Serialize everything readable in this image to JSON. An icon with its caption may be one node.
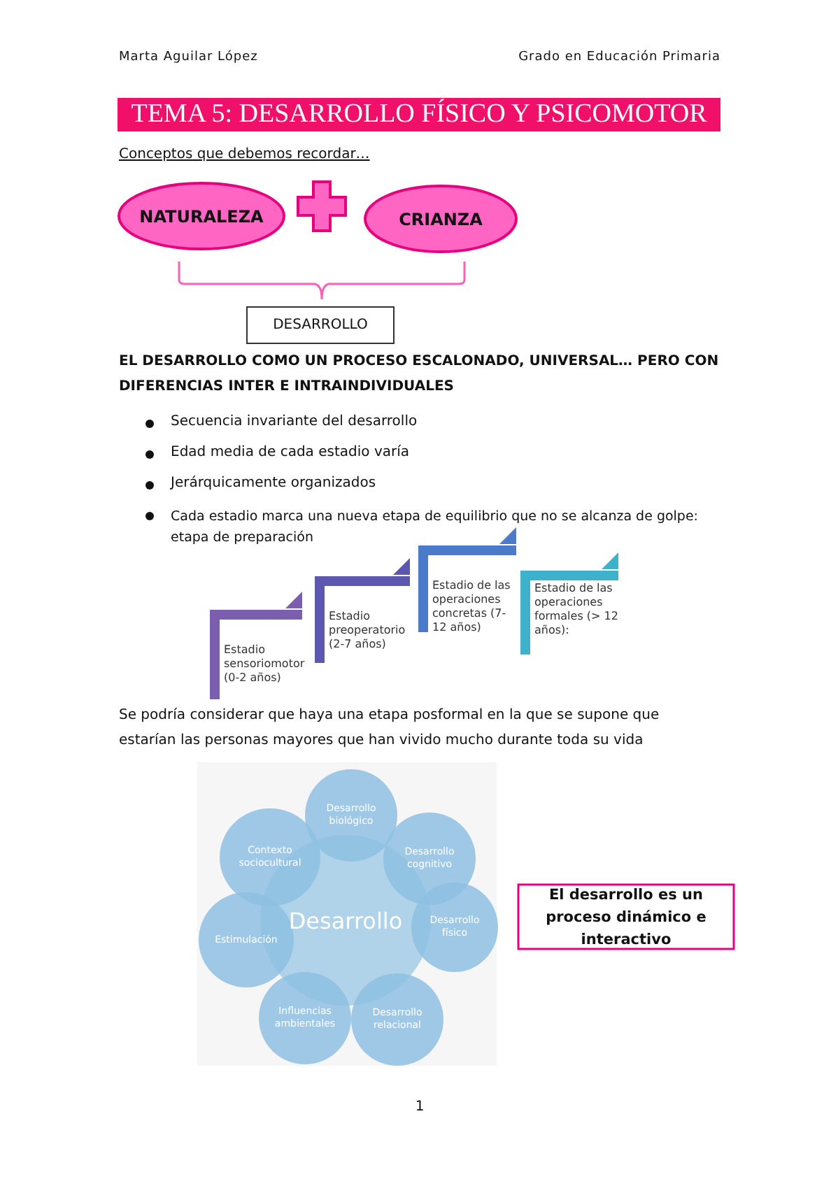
{
  "diagram": {
    "title": "TEMA 5: DESARROLLO FÍSICO Y PSICOMOTOR",
    "nodes": [
      {
        "text": [
          "NATURALEZA"
        ]
      },
      {
        "text": [
          "CRIANZA"
        ]
      },
      {
        "text": [
          "DESARROLLO"
        ]
      },
      {
        "text": [
          "Estadio sensoriomotor (0-2 años)"
        ]
      },
      {
        "text": [
          "Estadio preoperatorio (2-7 años)"
        ]
      },
      {
        "text": [
          "Estadio de las operaciones concretas (7-12 años)"
        ]
      },
      {
        "text": [
          "Estadio de las operaciones formales (> 12 años):"
        ]
      },
      {
        "text": [
          "Desarrollo"
        ]
      },
      {
        "text": [
          "Desarrollo biológico"
        ]
      },
      {
        "text": [
          "Desarrollo cognitivo"
        ]
      },
      {
        "text": [
          "Desarrollo físico"
        ]
      },
      {
        "text": [
          "Desarrollo relacional"
        ]
      },
      {
        "text": [
          "Influencias ambientales"
        ]
      },
      {
        "text": [
          "Estimulación"
        ]
      },
      {
        "text": [
          "Contexto sociocultural"
        ]
      },
      {
        "text": [
          "El desarrollo es un proceso dinámico e interactivo"
        ]
      }
    ],
    "labels": [
      "Marta Aguilar López",
      "Grado en Educación Primaria",
      "Conceptos que debemos recordar…",
      "EL DESARROLLO COMO UN PROCESO ESCALONADO, UNIVERSAL… PERO CON DIFERENCIAS INTER E INTRAINDIVIDUALES",
      "Secuencia invariante del desarrollo",
      "Edad media de cada estadio varía",
      "Jerárquicamente organizados",
      "Cada estadio marca una nueva etapa de equilibrio que no se alcanza de golpe: etapa de preparación",
      "Se podría considerar que haya una etapa posformal en la que se supone que estarían las personas mayores que han vivido mucho durante toda su vida",
      "1"
    ]
  }
}
